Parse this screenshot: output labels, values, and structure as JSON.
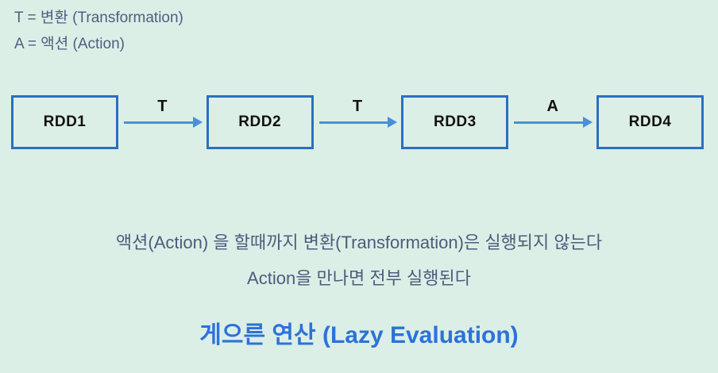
{
  "legend": {
    "line1": "T = 변환 (Transformation)",
    "line2": "A = 액션 (Action)"
  },
  "diagram": {
    "nodes": [
      {
        "label": "RDD1"
      },
      {
        "label": "RDD2"
      },
      {
        "label": "RDD3"
      },
      {
        "label": "RDD4"
      }
    ],
    "edges": [
      {
        "label": "T"
      },
      {
        "label": "T"
      },
      {
        "label": "A"
      }
    ]
  },
  "notes": {
    "line1": "액션(Action) 을 할때까지 변환(Transformation)은 실행되지 않는다",
    "line2": "Action을 만나면 전부 실행된다"
  },
  "title": "게으른 연산 (Lazy Evaluation)",
  "colors": {
    "background": "#dcefe7",
    "box_border": "#2d6ec0",
    "arrow": "#4a8fd7",
    "muted_text": "#4d5c7c",
    "title_blue": "#2c72d9",
    "node_text": "#111111"
  }
}
